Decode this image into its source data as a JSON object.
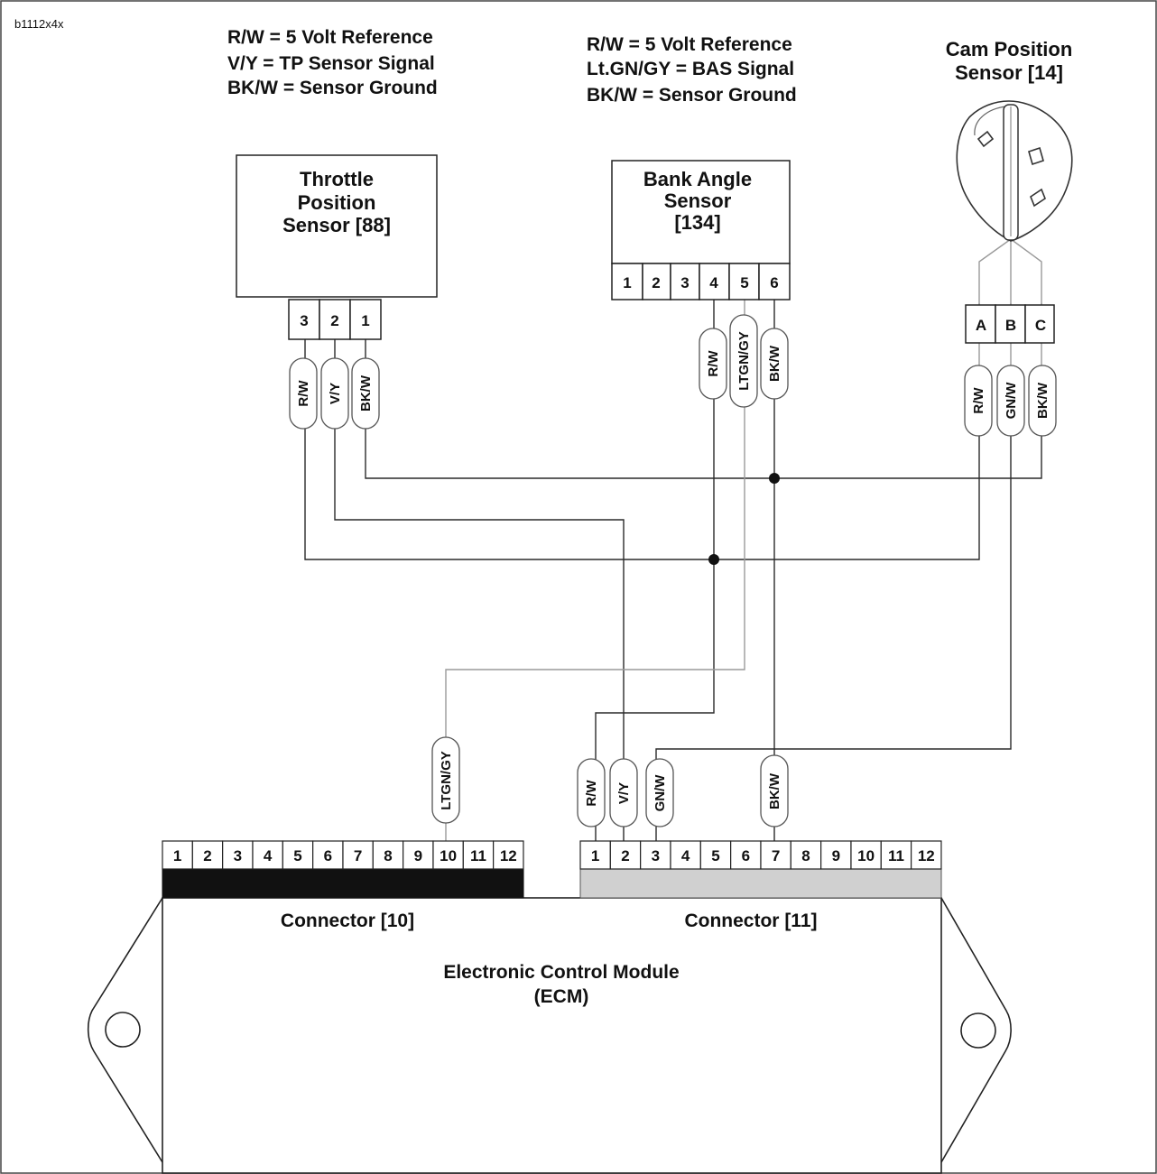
{
  "doc_id": "b1112x4x",
  "legend_tps": [
    "R/W = 5 Volt Reference",
    "V/Y = TP Sensor Signal",
    "BK/W = Sensor Ground"
  ],
  "legend_bas": [
    "R/W = 5 Volt Reference",
    "Lt.GN/GY = BAS Signal",
    "BK/W = Sensor Ground"
  ],
  "tps": {
    "title": [
      "Throttle",
      "Position",
      "Sensor [88]"
    ],
    "pins": [
      "3",
      "2",
      "1"
    ],
    "wires": [
      "R/W",
      "V/Y",
      "BK/W"
    ]
  },
  "bas": {
    "title": [
      "Bank Angle",
      "Sensor",
      "[134]"
    ],
    "pins": [
      "1",
      "2",
      "3",
      "4",
      "5",
      "6"
    ],
    "wires": [
      "R/W",
      "LTGN/GY",
      "BK/W"
    ]
  },
  "cmp": {
    "title": [
      "Cam Position",
      "Sensor [14]"
    ],
    "pins": [
      "A",
      "B",
      "C"
    ],
    "wires": [
      "R/W",
      "GN/W",
      "BK/W"
    ]
  },
  "conn10": {
    "label": "Connector [10]",
    "pins": [
      "1",
      "2",
      "3",
      "4",
      "5",
      "6",
      "7",
      "8",
      "9",
      "10",
      "11",
      "12"
    ],
    "wire": "LTGN/GY"
  },
  "conn11": {
    "label": "Connector [11]",
    "pins": [
      "1",
      "2",
      "3",
      "4",
      "5",
      "6",
      "7",
      "8",
      "9",
      "10",
      "11",
      "12"
    ],
    "wires": [
      "R/W",
      "V/Y",
      "GN/W",
      "BK/W"
    ]
  },
  "ecm": [
    "Electronic Control Module",
    "(ECM)"
  ]
}
